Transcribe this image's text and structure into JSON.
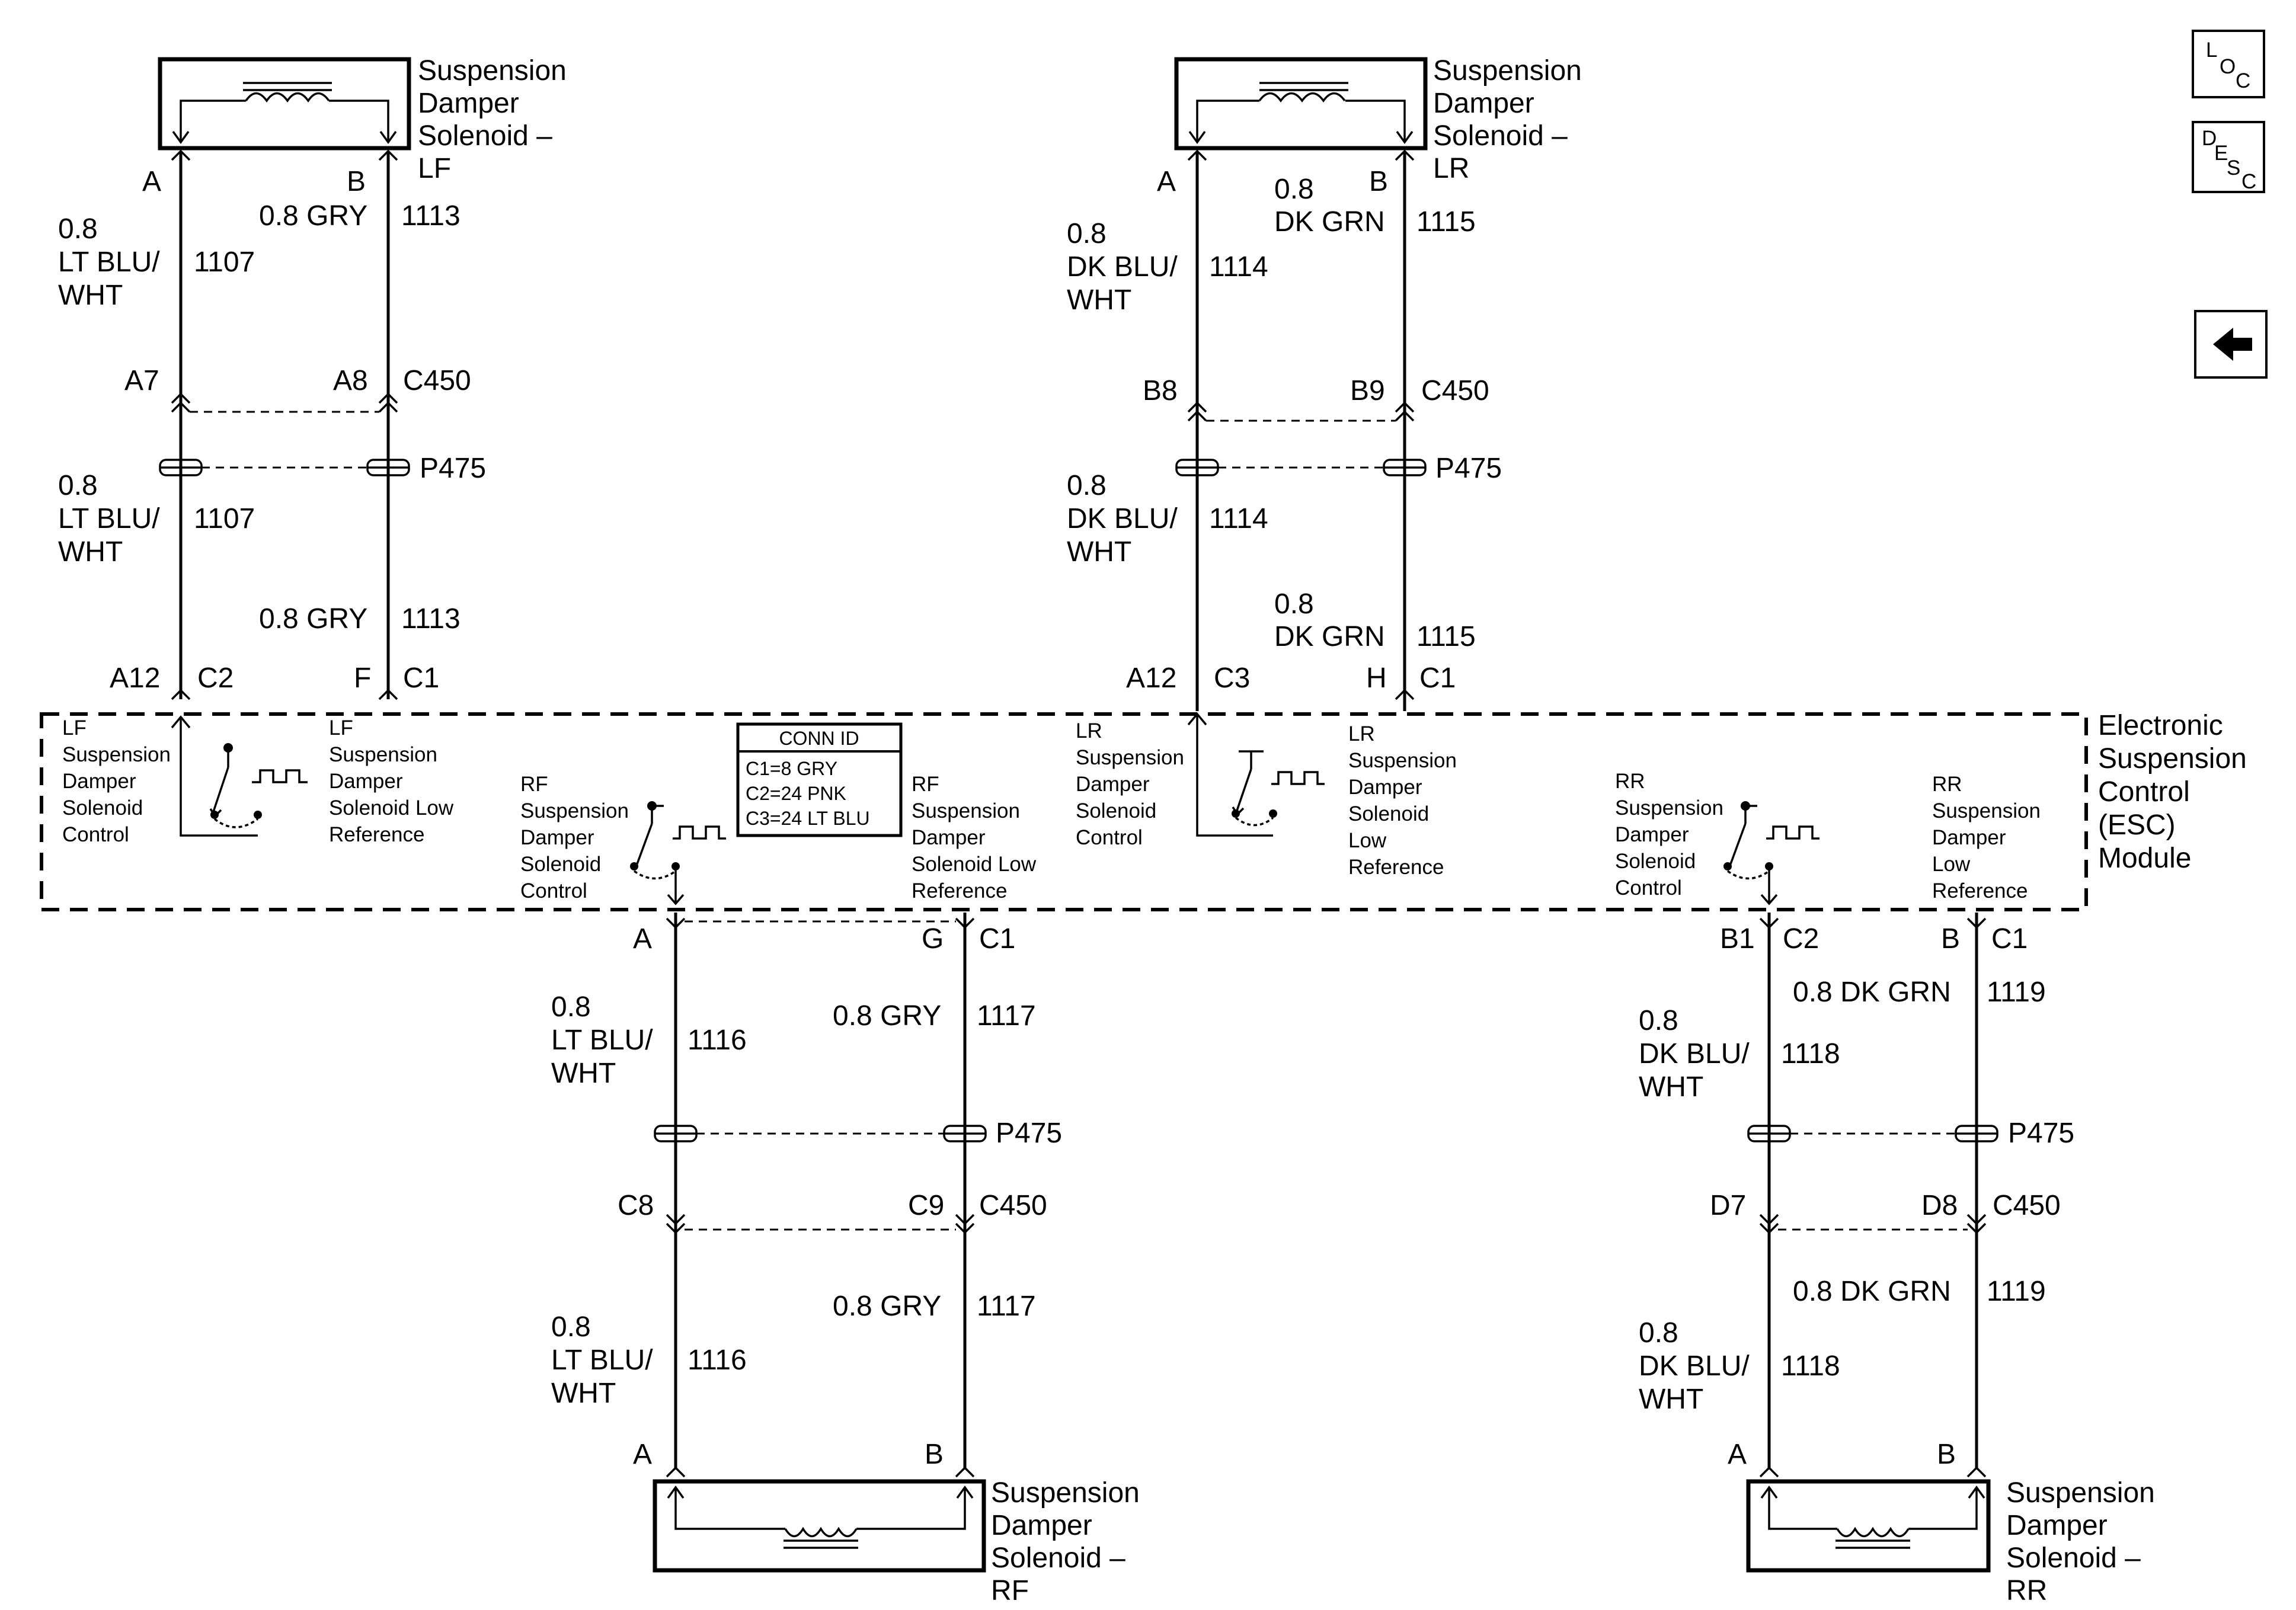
{
  "solenoids": {
    "lf": [
      "Suspension",
      "Damper",
      "Solenoid –",
      "LF"
    ],
    "lr": [
      "Suspension",
      "Damper",
      "Solenoid –",
      "LR"
    ],
    "rf": [
      "Suspension",
      "Damper",
      "Solenoid –",
      "RF"
    ],
    "rr": [
      "Suspension",
      "Damper",
      "Solenoid –",
      "RR"
    ]
  },
  "lf": {
    "pin_a": "A",
    "pin_b": "B",
    "wire_a_top": [
      "0.8",
      "LT BLU/",
      "WHT"
    ],
    "circ_a_top": "1107",
    "wire_b_top": "0.8 GRY",
    "circ_b_top": "1113",
    "c450_a": "A7",
    "c450_b": "A8",
    "c450": "C450",
    "p475": "P475",
    "wire_a_bot": [
      "0.8",
      "LT BLU/",
      "WHT"
    ],
    "circ_a_bot": "1107",
    "wire_b_bot": "0.8 GRY",
    "circ_b_bot": "1113",
    "esc_pin_a": "A12",
    "esc_conn_a": "C2",
    "esc_pin_b": "F",
    "esc_conn_b": "C1"
  },
  "lr": {
    "pin_a": "A",
    "pin_b": "B",
    "wire_a_top": [
      "0.8",
      "DK BLU/",
      "WHT"
    ],
    "circ_a_top": "1114",
    "wire_b_top": [
      "0.8",
      "DK GRN"
    ],
    "circ_b_top": "1115",
    "c450_a": "B8",
    "c450_b": "B9",
    "c450": "C450",
    "p475": "P475",
    "wire_a_bot": [
      "0.8",
      "DK BLU/",
      "WHT"
    ],
    "circ_a_bot": "1114",
    "wire_b_bot": [
      "0.8",
      "DK GRN"
    ],
    "circ_b_bot": "1115",
    "esc_pin_a": "A12",
    "esc_conn_a": "C3",
    "esc_pin_b": "H",
    "esc_conn_b": "C1"
  },
  "rf": {
    "esc_pin_a": "A",
    "esc_pin_b": "G",
    "esc_conn_b": "C1",
    "wire_a_top": [
      "0.8",
      "LT BLU/",
      "WHT"
    ],
    "circ_a_top": "1116",
    "wire_b_top": "0.8 GRY",
    "circ_b_top": "1117",
    "p475": "P475",
    "c450_a": "C8",
    "c450_b": "C9",
    "c450": "C450",
    "wire_a_bot": [
      "0.8",
      "LT BLU/",
      "WHT"
    ],
    "circ_a_bot": "1116",
    "wire_b_bot": "0.8 GRY",
    "circ_b_bot": "1117",
    "pin_a": "A",
    "pin_b": "B"
  },
  "rr": {
    "esc_pin_a": "B1",
    "esc_conn_a": "C2",
    "esc_pin_b": "B",
    "esc_conn_b": "C1",
    "wire_a_top": [
      "0.8",
      "DK BLU/",
      "WHT"
    ],
    "circ_a_top": "1118",
    "wire_b_top": "0.8 DK GRN",
    "circ_b_top": "1119",
    "p475": "P475",
    "c450_a": "D7",
    "c450_b": "D8",
    "c450": "C450",
    "wire_a_bot": [
      "0.8",
      "DK BLU/",
      "WHT"
    ],
    "circ_a_bot": "1118",
    "wire_b_bot": "0.8 DK GRN",
    "circ_b_bot": "1119",
    "pin_a": "A",
    "pin_b": "B"
  },
  "module": {
    "title": [
      "Electronic",
      "Suspension",
      "Control",
      "(ESC)",
      "Module"
    ],
    "lf_control": [
      "LF",
      "Suspension",
      "Damper",
      "Solenoid",
      "Control"
    ],
    "lf_low_ref": [
      "LF",
      "Suspension",
      "Damper",
      "Solenoid Low",
      "Reference"
    ],
    "rf_control": [
      "RF",
      "Suspension",
      "Damper",
      "Solenoid",
      "Control"
    ],
    "rf_low_ref": [
      "RF",
      "Suspension",
      "Damper",
      "Solenoid Low",
      "Reference"
    ],
    "lr_control": [
      "LR",
      "Suspension",
      "Damper",
      "Solenoid",
      "Control"
    ],
    "lr_low_ref": [
      "LR",
      "Suspension",
      "Damper",
      "Solenoid",
      "Low",
      "Reference"
    ],
    "rr_control": [
      "RR",
      "Suspension",
      "Damper",
      "Solenoid",
      "Control"
    ],
    "rr_low_ref": [
      "RR",
      "Suspension",
      "Damper",
      "Low",
      "Reference"
    ]
  },
  "conn_id": {
    "title": "CONN ID",
    "rows": [
      "C1=8 GRY",
      "C2=24 PNK",
      "C3=24 LT BLU"
    ]
  },
  "nav": {
    "loc": "LOC",
    "desc": "DESC",
    "back": "back-arrow-icon"
  }
}
